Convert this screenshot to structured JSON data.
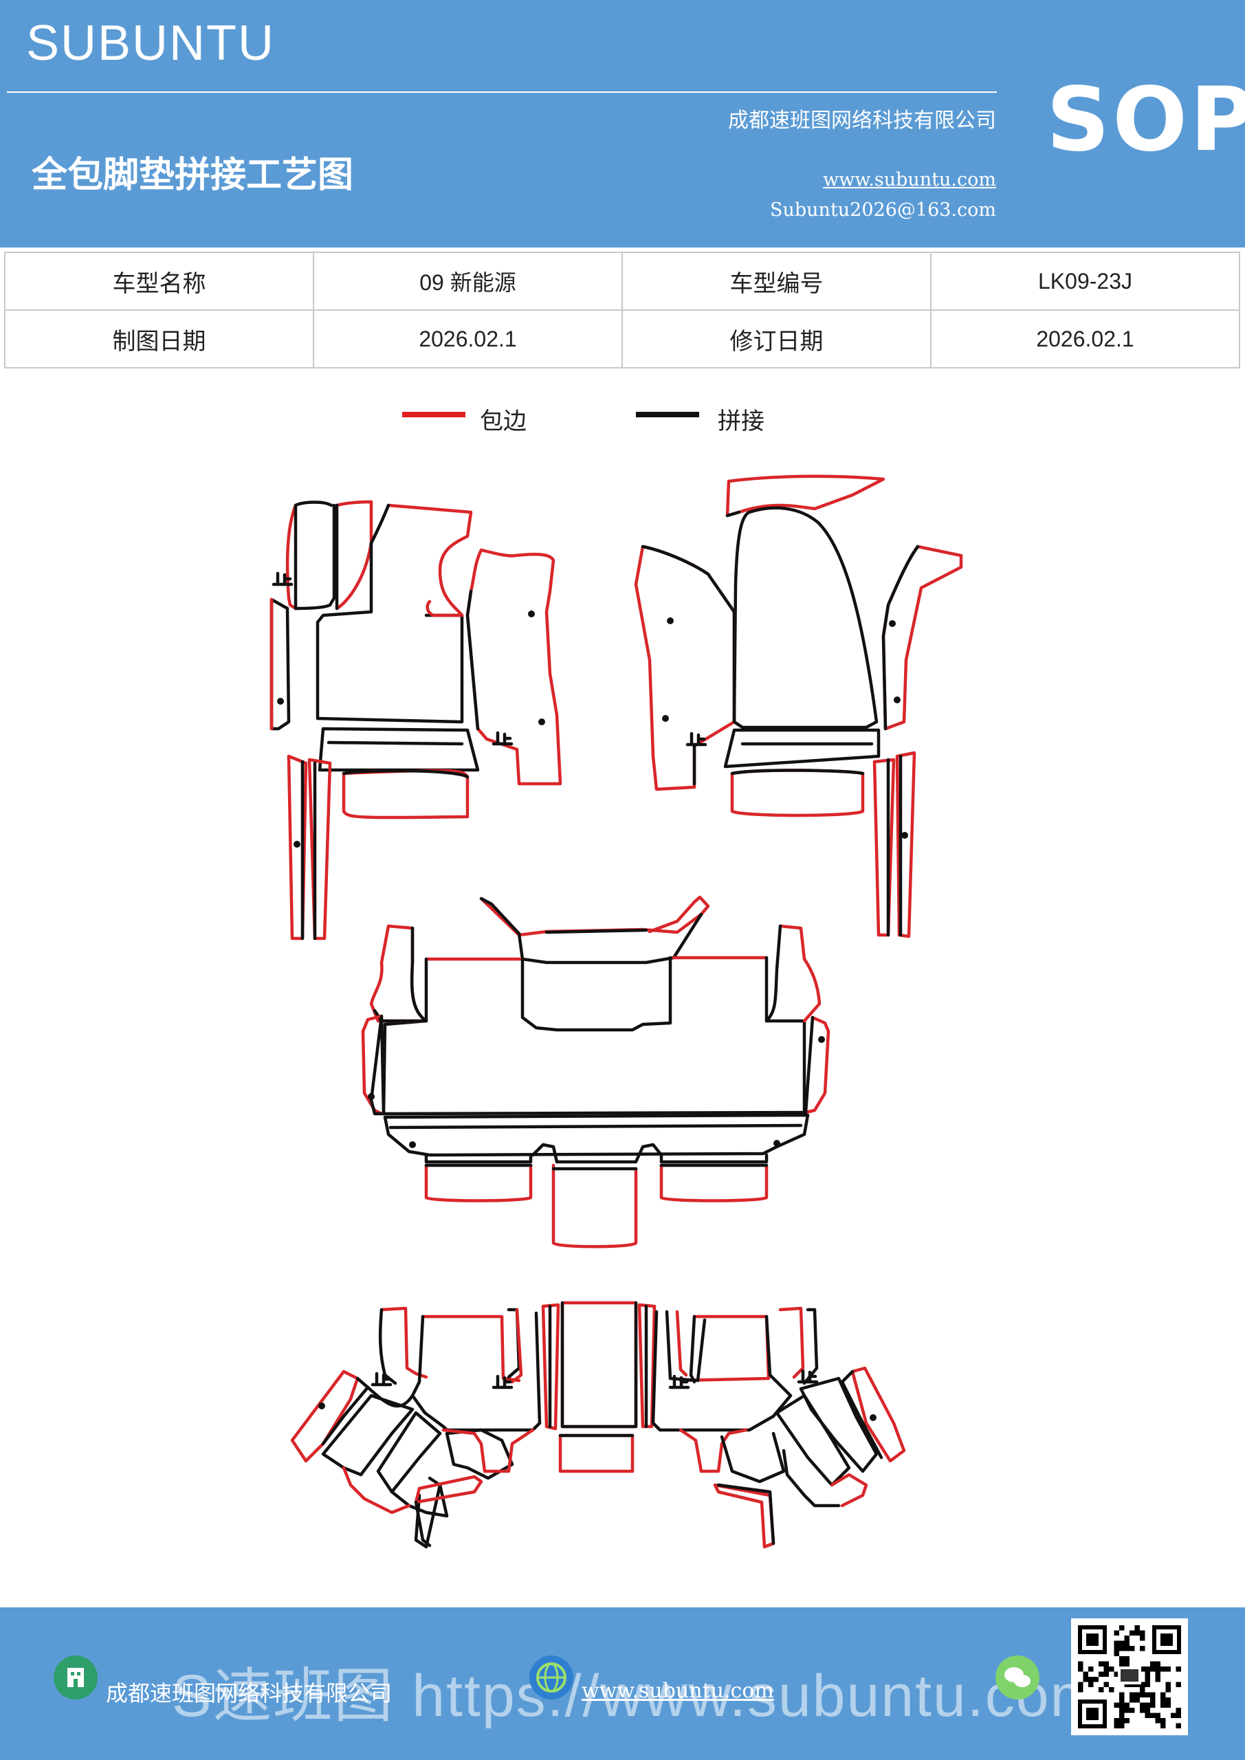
{
  "header": {
    "brand": "SUBUNTU",
    "doc_title": "全包脚垫拼接工艺图",
    "company": "成都速班图网络科技有限公司",
    "website": "www.subuntu.com",
    "email": "Subuntu2026@163.com",
    "badge": "SOP"
  },
  "info_table": [
    {
      "label": "车型名称",
      "value": "09 新能源",
      "label2": "车型编号",
      "value2": "LK09-23J"
    },
    {
      "label": "制图日期",
      "value": "2026.02.1",
      "label2": "修订日期",
      "value2": "2026.02.1"
    }
  ],
  "legend": [
    {
      "label": "包边",
      "color": "#e02020"
    },
    {
      "label": "拼接",
      "color": "#111111"
    }
  ],
  "colors": {
    "band": "#5b9bd5",
    "edge": "#d9262a",
    "seam": "#111111"
  },
  "footer": {
    "company": "成都速班图网络科技有限公司",
    "website": "www.subuntu.com",
    "watermark": "S速班图 https://www.subuntu.com",
    "icons": [
      "building-icon",
      "globe-icon",
      "wechat-icon",
      "qr-code"
    ]
  }
}
